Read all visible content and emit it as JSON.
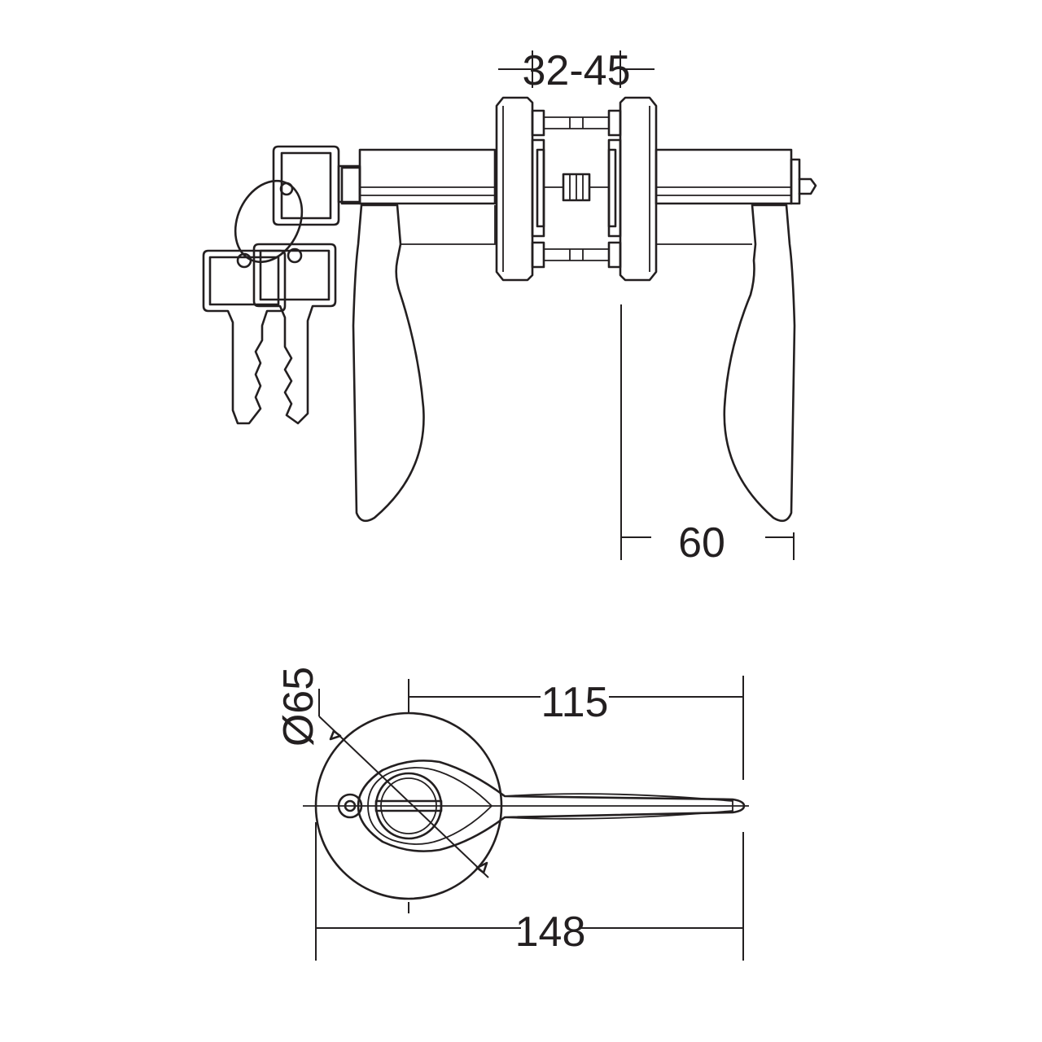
{
  "dimensions": {
    "door_thickness": "32-45",
    "lever_projection": "60",
    "rosette_diameter": "Ø65",
    "lever_length": "115",
    "overall_length": "148"
  }
}
